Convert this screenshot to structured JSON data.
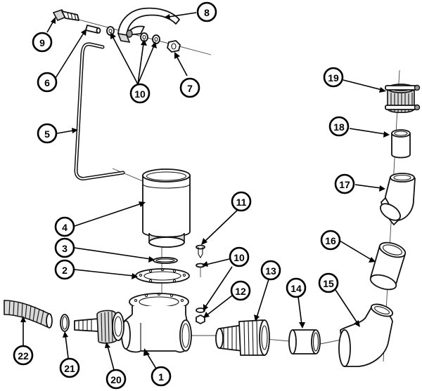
{
  "callouts": {
    "c1": "1",
    "c2": "2",
    "c3": "3",
    "c4": "4",
    "c5": "5",
    "c6": "6",
    "c7": "7",
    "c8": "8",
    "c9": "9",
    "c10a": "10",
    "c10b": "10",
    "c11": "11",
    "c12": "12",
    "c13": "13",
    "c14": "14",
    "c15": "15",
    "c16": "16",
    "c17": "17",
    "c18": "18",
    "c19": "19",
    "c20": "20",
    "c21": "21",
    "c22": "22"
  },
  "colors": {
    "line": "#111111",
    "fill": "#ffffff",
    "shade": "#d9d9d9"
  }
}
